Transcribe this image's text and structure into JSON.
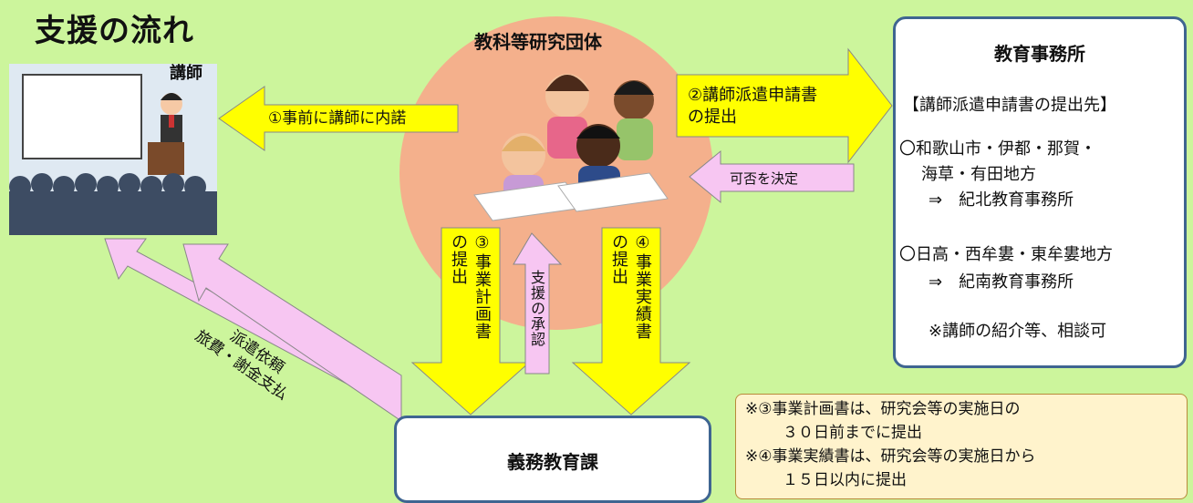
{
  "title": "支援の流れ",
  "lecturer_label": "講師",
  "org_label": "教科等研究団体",
  "office": {
    "title": "教育事務所",
    "line1": "【講師派遣申請書の提出先】",
    "line2": "〇和歌山市・伊都・那賀・",
    "line3": "海草・有田地方",
    "line4": "⇒　紀北教育事務所",
    "line5": "〇日高・西牟婁・東牟婁地方",
    "line6": "⇒　紀南教育事務所",
    "line7": "※講師の紹介等、相談可"
  },
  "gimu_label": "義務教育課",
  "arrows": {
    "a1": "①事前に講師に内諾",
    "a2_line1": "②講師派遣申請書",
    "a2_line2": "の提出",
    "kahi": "可否を決定",
    "a3_col1": "③事業計画書",
    "a3_col2": "の提出",
    "shien": "支援の承認",
    "a4_col1": "④事業実績書",
    "a4_col2": "の提出",
    "haken": "派遣依頼",
    "ryohi": "旅費・謝金支払"
  },
  "notes": {
    "line1": "※③事業計画書は、研究会等の実施日の",
    "line2": "　３０日前までに提出",
    "line3": "※④事業実績書は、研究会等の実施日から",
    "line4": "　１５日以内に提出"
  },
  "colors": {
    "background": "#ccf59c",
    "yellow_arrow": "#ffff00",
    "pink_arrow": "#f7c6f2",
    "circle": "#f4b08c",
    "box_border": "#3f6591"
  }
}
